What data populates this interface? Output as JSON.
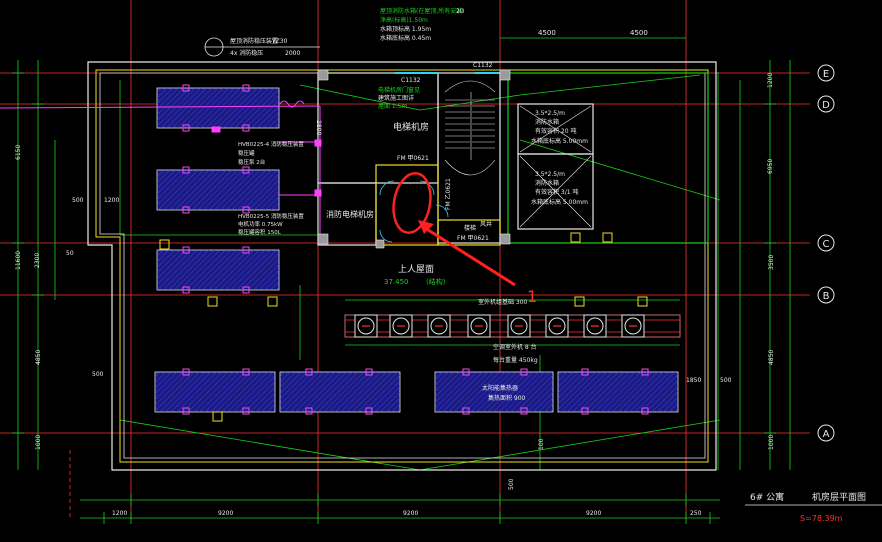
{
  "colors": {
    "background": "#000000",
    "wall": "#e8e8e8",
    "dim": "#19d219",
    "grid": "#ff3030",
    "hatch": "#3030d0",
    "yellow": "#f0e020",
    "magenta": "#ff40ff",
    "cyan": "#30d0ff"
  },
  "grid_axes": {
    "E": "E",
    "D": "D",
    "C": "C",
    "B": "B",
    "A": "A"
  },
  "rooms": {
    "elevator_machine_room": "电梯机房",
    "fire_elevator_machine_room": "消防电梯机房",
    "manned_roof": "上人屋面",
    "roof_elevation": "37.450",
    "roof_elevation_note": "(结构)",
    "stair_room": "楼梯",
    "vent": "风井"
  },
  "doors": {
    "fm1": "FM 甲0621",
    "fm2": "FM 乙0621",
    "fm3": "FM 甲0621",
    "c1": "C1132",
    "c2": "C1132"
  },
  "tanks": {
    "t1_title": "3.5*2.5/m",
    "t1_l1": "消防水箱",
    "t1_l2": "有效容积 20 吨",
    "t1_l3": "水箱底标高 5.00mm",
    "t2_title": "3.5*2.5/m",
    "t2_l1": "消防水箱",
    "t2_l2": "有效容积 3/1 吨",
    "t2_l3": "水箱底标高 5.00mm"
  },
  "notes": {
    "top_n1": "屋顶消防水箱(在屋顶,所有安装)",
    "top_n2": "净高(标高)1.50m",
    "top_n3": "水箱顶标高 1.95m",
    "top_n4": "水箱底标高 0.45m",
    "left_n1": "屋顶消防稳压装置",
    "left_n2": "4x 消防稳压",
    "left_n3": "YZ30",
    "left_n4": "2000",
    "mid_n1": "HVB0225-4 消防稳压装置",
    "mid_n2": "稳压罐",
    "mid_n3": "稳压泵 2台",
    "mid_n4": "HVB0225-5 消防稳压装置",
    "mid_n5": "电机功率 0.75kW",
    "mid_n6": "稳压罐容积 150L",
    "elev_n1": "电梯机房门窗见",
    "elev_n2": "建筑施工图详",
    "elev_n3": "屋面 1.5m",
    "fan_n1": "室外机组基础 300",
    "fan_n2": "空调室外机 8 台",
    "fan_n3": "每台重量 450kg",
    "base_n1": "太阳能集热器",
    "base_n2": "集热面积 900",
    "num_label": "1",
    "dim_50": "50",
    "dim_500": "500",
    "dim_1200": "1200",
    "dim_2800": "2800"
  },
  "dimensions": {
    "top_right_1": "4500",
    "top_right_2": "4500",
    "top_mid": "20",
    "left_outer_1": "6150",
    "left_outer_2": "11600",
    "left_outer_3": "4850",
    "left_outer_4": "1000",
    "left_inner_1": "2300",
    "right_outer_1": "1200",
    "right_outer_2": "6950",
    "right_outer_3": "3500",
    "right_outer_4": "4850",
    "right_outer_5": "1000",
    "right_outer_6": "500",
    "right_inner_1": "1850",
    "bottom_1": "1200",
    "bottom_2": "9200",
    "bottom_3": "9200",
    "bottom_4": "9200",
    "bottom_5": "250",
    "bottom_mid": "500",
    "bottom_right_vert": "100"
  },
  "title_block": {
    "project": "6# 公寓",
    "drawing": "机房层平面图",
    "scale": "S=78.39m"
  }
}
